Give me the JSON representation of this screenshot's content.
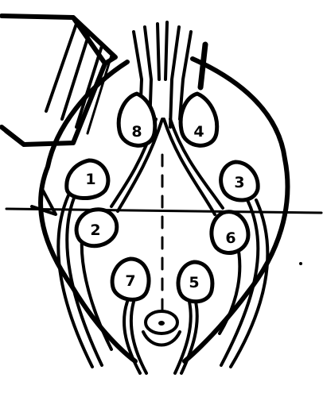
{
  "diagram": {
    "colors": {
      "ink": "#000000",
      "paper": "#ffffff"
    },
    "bulb_labels": [
      "1",
      "2",
      "3",
      "4",
      "5",
      "6",
      "7",
      "8"
    ]
  }
}
